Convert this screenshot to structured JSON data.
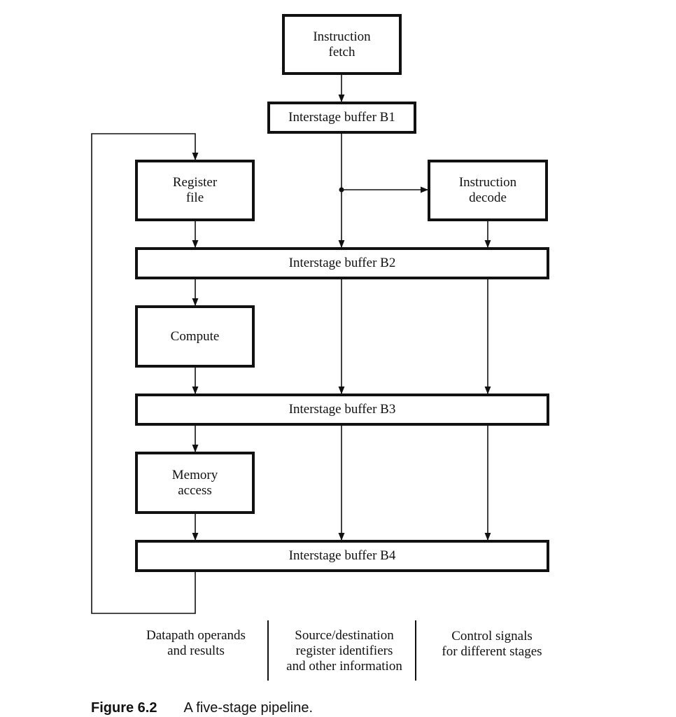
{
  "stages": {
    "fetch": "Instruction\nfetch",
    "register_file": "Register\nfile",
    "decode": "Instruction\ndecode",
    "compute": "Compute",
    "memory": "Memory\naccess"
  },
  "buffers": {
    "b1": "Interstage buffer B1",
    "b2": "Interstage buffer B2",
    "b3": "Interstage buffer B3",
    "b4": "Interstage buffer B4"
  },
  "columns": {
    "left": "Datapath operands\nand results",
    "middle": "Source/destination\nregister identifiers\nand other information",
    "right": "Control signals\nfor different stages"
  },
  "caption": {
    "number": "Figure 6.2",
    "text": "A five-stage pipeline."
  }
}
